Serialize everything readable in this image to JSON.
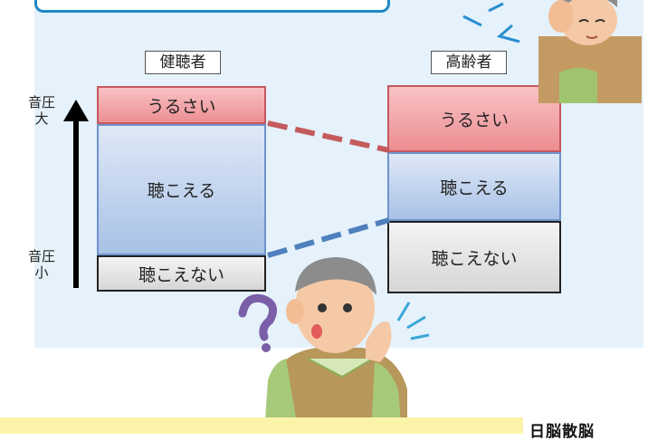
{
  "diagram": {
    "groups": [
      {
        "label": "健聴者",
        "levels": [
          "うるさい",
          "聴こえる",
          "聴こえない"
        ]
      },
      {
        "label": "高齢者",
        "levels": [
          "うるさい",
          "聴こえる",
          "聴こえない"
        ]
      }
    ],
    "axis": {
      "top_label": "音圧\n大",
      "bottom_label": "音圧\n小"
    },
    "logo_text": "日脳散脳",
    "colors": {
      "loud": "#ec8e93",
      "hear": "#a8c1e6",
      "not_hear": "#d6d6d6",
      "panel": "#e5f2fb",
      "accent": "#1e88c6"
    }
  }
}
